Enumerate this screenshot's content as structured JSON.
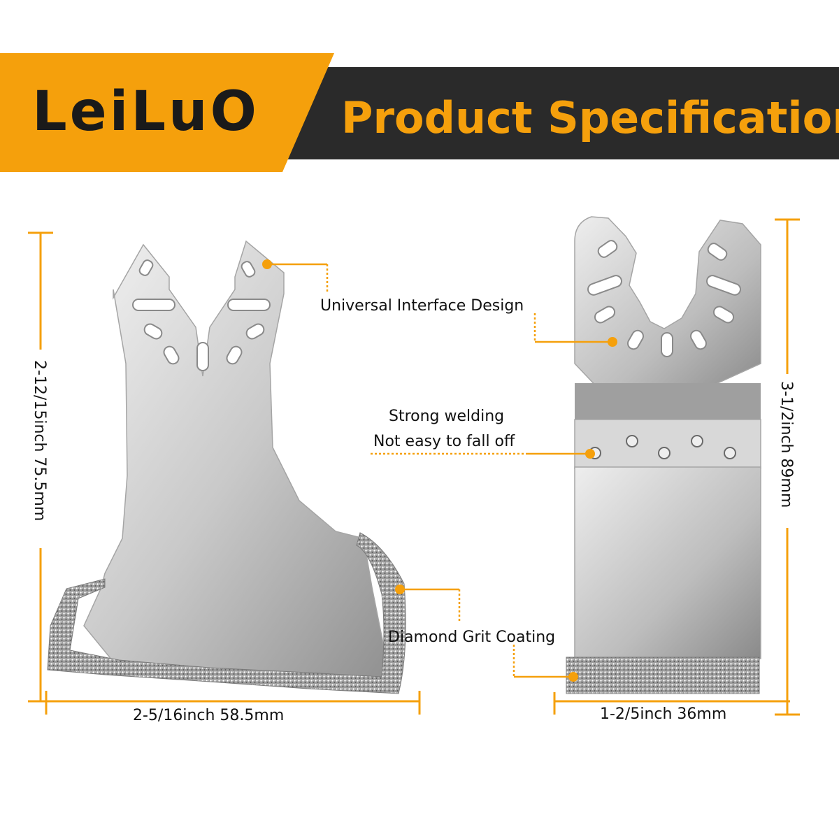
{
  "header": {
    "brand": "LeiLuO",
    "title": "Product Specification"
  },
  "callouts": {
    "interface": "Universal Interface Design",
    "welding_line1": "Strong welding",
    "welding_line2": "Not easy to fall off",
    "grit": "Diamond Grit Coating"
  },
  "dimensions": {
    "left_height": "2-12/15inch 75.5mm",
    "left_width": "2-5/16inch 58.5mm",
    "right_height": "3-1/2inch 89mm",
    "right_width": "1-2/5inch 36mm"
  },
  "colors": {
    "accent": "#f5a00c",
    "banner_dark": "#2a2a2a",
    "blade_light": "#e6e6e6",
    "blade_dark": "#9a9a9a",
    "text": "#111111"
  }
}
